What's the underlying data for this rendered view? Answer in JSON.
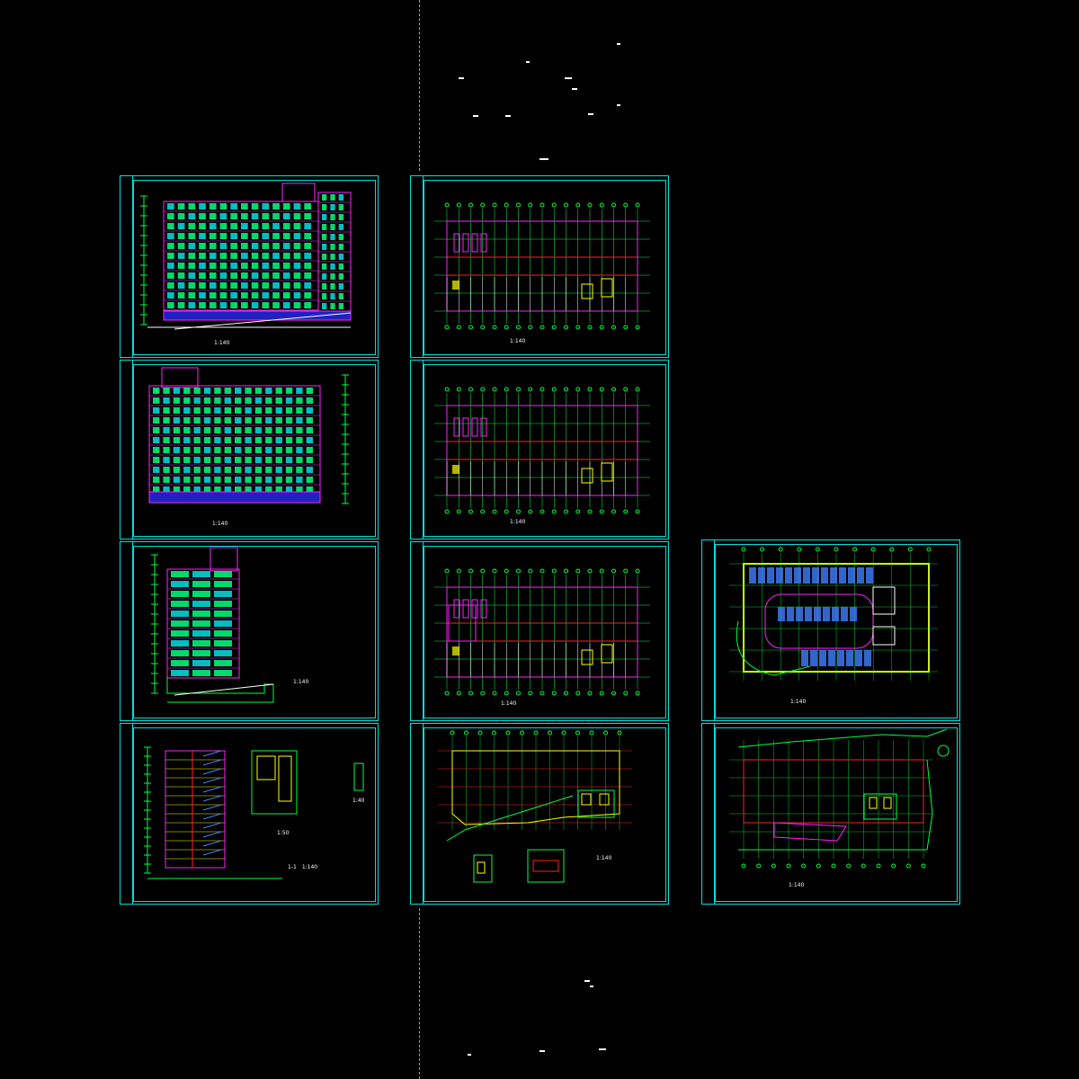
{
  "colors": {
    "background": "#000000",
    "frame": "#00e0e0",
    "grid": "#00ff40",
    "axis": "#ff2020",
    "wall": "#ff20ff",
    "window": "#00ff80",
    "stair": "#ffff00",
    "parking": "#4080ff",
    "facade_base": "#2020c0"
  },
  "sheets": {
    "elev_front": {
      "caption": "",
      "scale": "1:140"
    },
    "elev_back": {
      "caption": "",
      "scale": "1:140"
    },
    "elev_side": {
      "caption": "",
      "scale": "1:140"
    },
    "section": {
      "caption": "1-1",
      "scale": "1:140"
    },
    "stair_detail": {
      "caption": "",
      "scale": "1:50"
    },
    "detail_small": {
      "caption": "",
      "scale": "1:40"
    },
    "plan_a": {
      "caption": "",
      "scale": "1:140"
    },
    "plan_b": {
      "caption": "",
      "scale": "1:140"
    },
    "plan_c": {
      "caption": "",
      "scale": "1:140"
    },
    "plan_roof": {
      "caption": "",
      "scale": "1:140"
    },
    "plan_basement": {
      "caption": "",
      "scale": "1:140"
    },
    "plan_ground": {
      "caption": "",
      "scale": "1:140"
    }
  }
}
